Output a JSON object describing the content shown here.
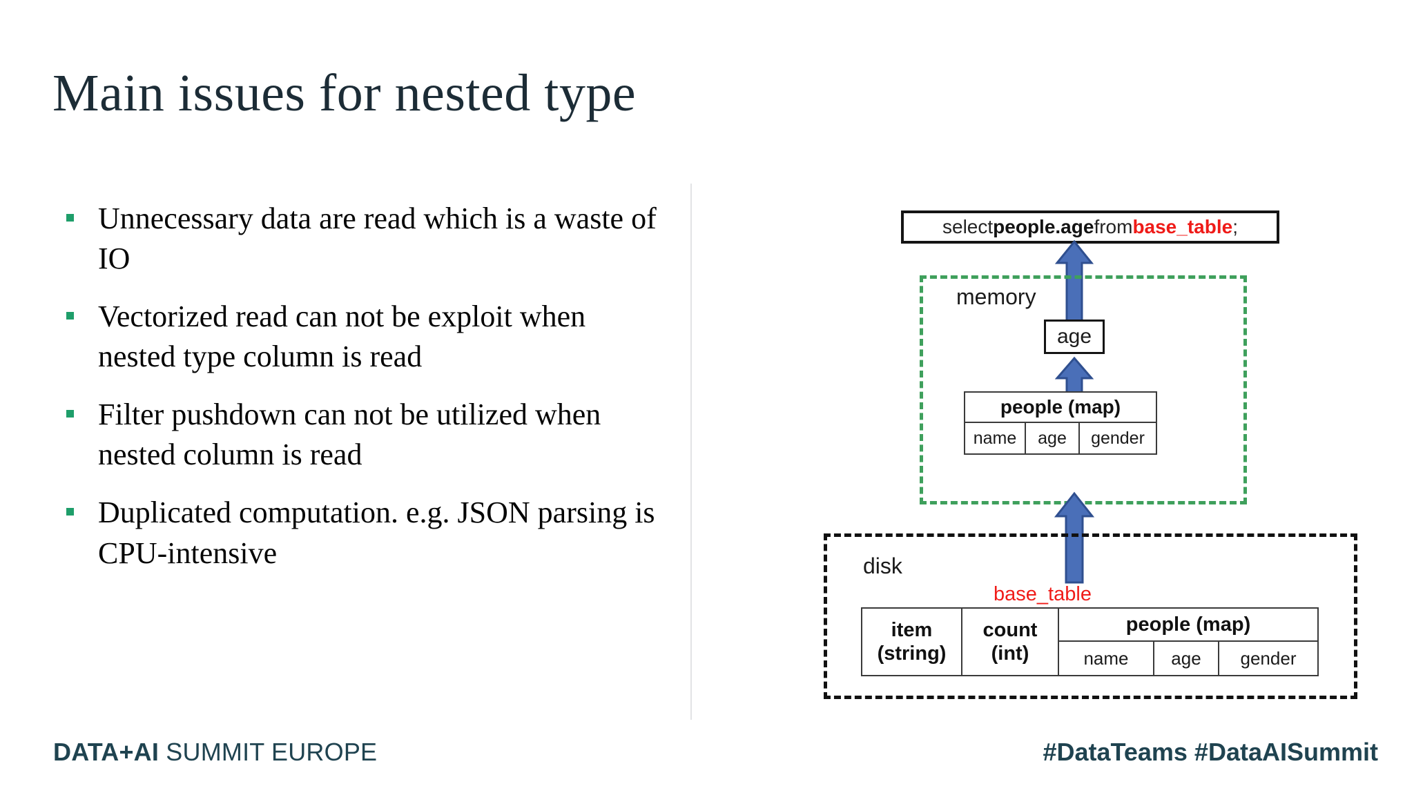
{
  "slide": {
    "title": "Main issues for nested type",
    "title_color": "#1c2c36",
    "background": "#ffffff"
  },
  "bullets": {
    "marker_color": "#1e9e6a",
    "items": [
      "Unnecessary data are read which is a waste of IO",
      "Vectorized read can not be exploit when nested type column is read",
      "Filter pushdown can not be utilized when nested column is read",
      "Duplicated computation. e.g. JSON parsing is CPU-intensive"
    ]
  },
  "diagram": {
    "sql": {
      "prefix": "select ",
      "column": "people.age",
      "middle": " from ",
      "table": "base_table",
      "suffix": ";",
      "table_color": "#ef1b18"
    },
    "memory": {
      "label": "memory",
      "border_color": "#3fa05c",
      "projected_column": "age",
      "table": {
        "header": "people (map)",
        "columns": [
          "name",
          "age",
          "gender"
        ]
      }
    },
    "disk": {
      "label": "disk",
      "border_color": "#111111",
      "table_name": "base_table",
      "table_name_color": "#f01c19",
      "table": {
        "columns": [
          {
            "name": "item",
            "type": "(string)"
          },
          {
            "name": "count",
            "type": "(int)"
          }
        ],
        "nested": {
          "header": "people (map)",
          "columns": [
            "name",
            "age",
            "gender"
          ]
        }
      }
    },
    "arrow_color": "#4a6fb8",
    "arrow_edge_color": "#2f4f8f"
  },
  "footer": {
    "left_bold": "DATA+AI",
    "left_regular": " SUMMIT EUROPE",
    "right": "#DataTeams  #DataAISummit",
    "color": "#1f4350"
  }
}
